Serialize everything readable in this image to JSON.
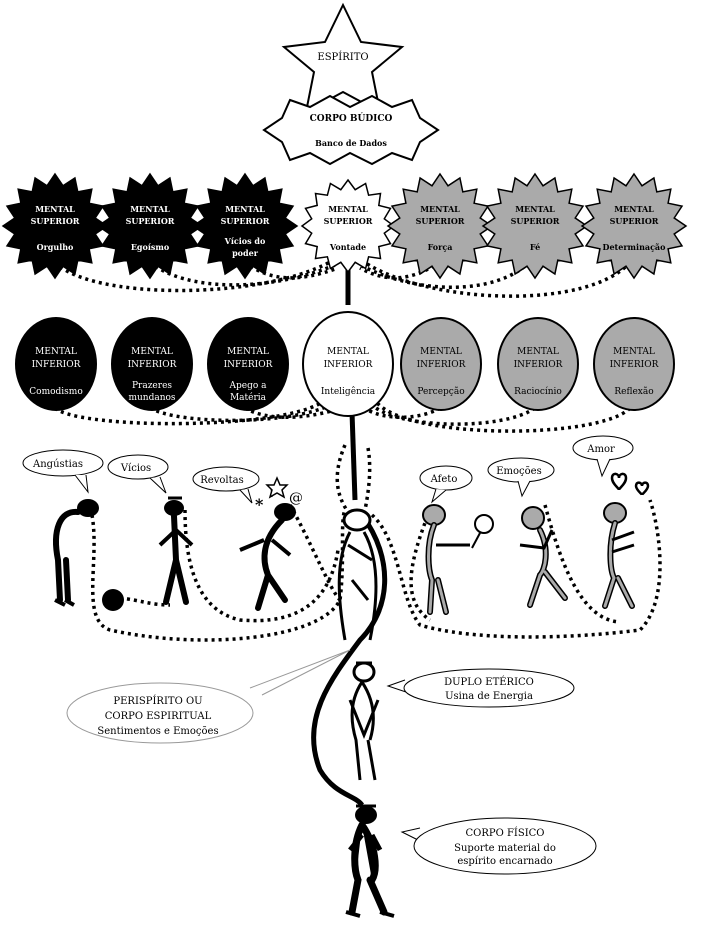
{
  "spirit": {
    "label": "ESPÍRITO"
  },
  "buddhic": {
    "title": "CORPO BÚDICO",
    "subtitle": "Banco de Dados"
  },
  "mental_superior": [
    {
      "line1": "MENTAL",
      "line2": "SUPERIOR",
      "trait": "Orgulho",
      "tone": "dark"
    },
    {
      "line1": "MENTAL",
      "line2": "SUPERIOR",
      "trait": "Egoísmo",
      "tone": "dark"
    },
    {
      "line1": "MENTAL",
      "line2": "SUPERIOR",
      "trait": "Vícios do",
      "trait2": "poder",
      "tone": "dark"
    },
    {
      "line1": "MENTAL",
      "line2": "SUPERIOR",
      "trait": "Vontade",
      "tone": "light"
    },
    {
      "line1": "MENTAL",
      "line2": "SUPERIOR",
      "trait": "Força",
      "tone": "gray"
    },
    {
      "line1": "MENTAL",
      "line2": "SUPERIOR",
      "trait": "Fé",
      "tone": "gray"
    },
    {
      "line1": "MENTAL",
      "line2": "SUPERIOR",
      "trait": "Determinação",
      "tone": "gray"
    }
  ],
  "mental_inferior": [
    {
      "line1": "MENTAL",
      "line2": "INFERIOR",
      "trait": "Comodismo",
      "tone": "dark"
    },
    {
      "line1": "MENTAL",
      "line2": "INFERIOR",
      "trait": "Prazeres",
      "trait2": "mundanos",
      "tone": "dark"
    },
    {
      "line1": "MENTAL",
      "line2": "INFERIOR",
      "trait": "Apego a",
      "trait2": "Matéria",
      "tone": "dark"
    },
    {
      "line1": "MENTAL",
      "line2": "INFERIOR",
      "trait": "Inteligência",
      "tone": "light"
    },
    {
      "line1": "MENTAL",
      "line2": "INFERIOR",
      "trait": "Percepção",
      "tone": "gray"
    },
    {
      "line1": "MENTAL",
      "line2": "INFERIOR",
      "trait": "Raciocínio",
      "tone": "gray"
    },
    {
      "line1": "MENTAL",
      "line2": "INFERIOR",
      "trait": "Reflexão",
      "tone": "gray"
    }
  ],
  "emotions": [
    "Angústias",
    "Vícios",
    "Revoltas",
    "Afeto",
    "Emoções",
    "Amor"
  ],
  "perispirito": {
    "line1": "PERISPÍRITO OU",
    "line2": "CORPO ESPIRITUAL",
    "line3": "Sentimentos e Emoções"
  },
  "duplo": {
    "line1": "DUPLO ETÉRICO",
    "line2": "Usina de Energia"
  },
  "corpo": {
    "line1": "CORPO FÍSICO",
    "line2": "Suporte material do",
    "line3": "espírito encarnado"
  },
  "colors": {
    "dark": "#000000",
    "gray": "#aaaaaa",
    "light": "#ffffff",
    "stroke": "#000000"
  }
}
